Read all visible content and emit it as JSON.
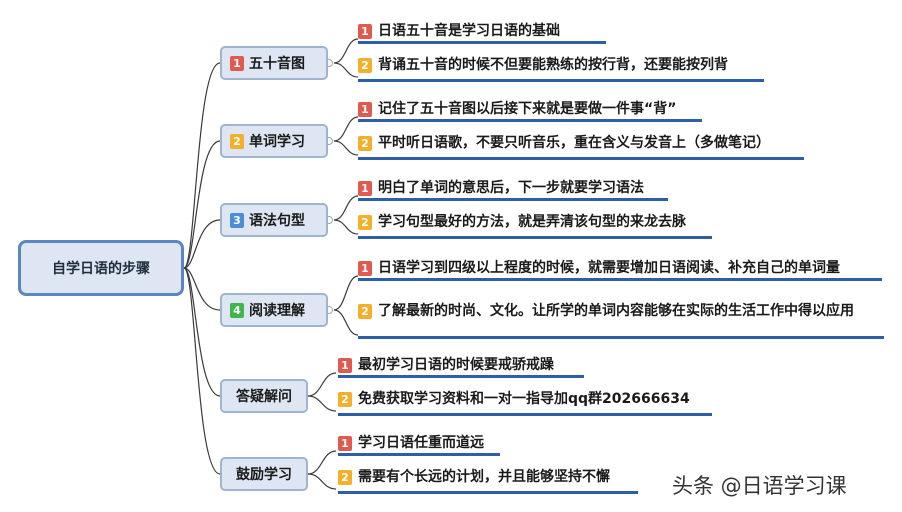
{
  "root": {
    "label": "自学日语的步骤"
  },
  "branches": [
    {
      "badge": "1",
      "label": "五十音图",
      "items": [
        {
          "badge": "1",
          "text": "日语五十音是学习日语的基础"
        },
        {
          "badge": "2",
          "text": "背诵五十音的时候不但要能熟练的按行背，还要能按列背"
        }
      ]
    },
    {
      "badge": "2",
      "label": "单词学习",
      "items": [
        {
          "badge": "1",
          "text": "记住了五十音图以后接下来就是要做一件事“背”"
        },
        {
          "badge": "2",
          "text": "平时听日语歌，不要只听音乐，重在含义与发音上（多做笔记）"
        }
      ]
    },
    {
      "badge": "3",
      "label": "语法句型",
      "items": [
        {
          "badge": "1",
          "text": "明白了单词的意思后，下一步就要学习语法"
        },
        {
          "badge": "2",
          "text": "学习句型最好的方法，就是弄清该句型的来龙去脉"
        }
      ]
    },
    {
      "badge": "4",
      "label": "阅读理解",
      "items": [
        {
          "badge": "1",
          "text": "日语学习到四级以上程度的时候，就需要增加日语阅读、补充自己的单词量"
        },
        {
          "badge": "2",
          "text": "了解最新的时尚、文化。让所学的单词内容能够在实际的生活工作中得以应用"
        }
      ]
    },
    {
      "badge": "",
      "label": "答疑解问",
      "items": [
        {
          "badge": "1",
          "text": "最初学习日语的时候要戒骄戒躁"
        },
        {
          "badge": "2",
          "text": "免费获取学习资料和一对一指导加qq群202666634"
        }
      ]
    },
    {
      "badge": "",
      "label": "鼓励学习",
      "items": [
        {
          "badge": "1",
          "text": "学习日语任重而道远"
        },
        {
          "badge": "2",
          "text": "需要有个长远的计划，并且能够坚持不懈"
        }
      ]
    }
  ],
  "watermark": "头条 @日语学习课"
}
